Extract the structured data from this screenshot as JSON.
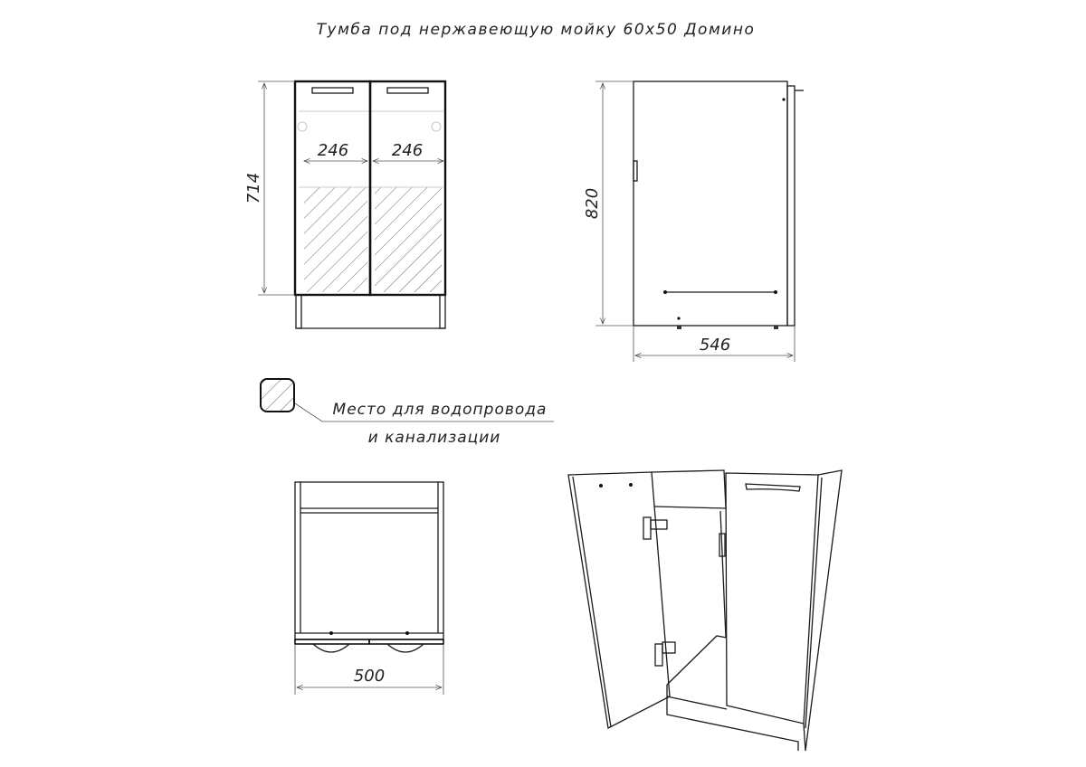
{
  "title": "Тумба под нержавеющую мойку 60х50 Домино",
  "front_view": {
    "height_dim": "714",
    "left_door_width": "246",
    "right_door_width": "246"
  },
  "side_view": {
    "height_dim": "820",
    "depth_dim": "546"
  },
  "legend": {
    "line1": "Место для водопровода",
    "line2": "и канализации"
  },
  "top_view": {
    "width_dim": "500"
  }
}
